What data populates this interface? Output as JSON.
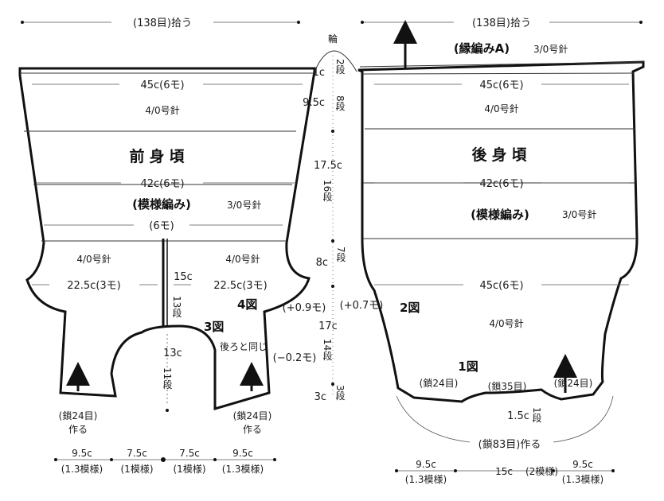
{
  "front": {
    "title": "前身頃",
    "pickup": "(138目)拾う",
    "w1": "45c(6モ)",
    "needle1": "4/0号針",
    "w2": "42c(6モ)",
    "pattern": "(模様編み)",
    "needle2": "3/0号針",
    "w3": "(6モ)",
    "needle3a": "4/0号針",
    "needle3b": "4/0号針",
    "w4a": "22.5c(3モ)",
    "w4b": "22.5c(3モ)",
    "slit_c": "15c",
    "slit_rows": "13段",
    "fig4": "4図",
    "fig3": "3図",
    "crotch_c": "13c",
    "crotch_rows": "11段",
    "same_note": "後ろと同じ",
    "chain_left": "(鎖24目)",
    "chain_left_make": "作る",
    "chain_right": "(鎖24目)",
    "chain_right_make": "作る",
    "bottom": [
      {
        "c": "9.5c",
        "m": "(1.3模様)"
      },
      {
        "c": "7.5c",
        "m": "(1模様)"
      },
      {
        "c": "7.5c",
        "m": "(1模様)"
      },
      {
        "c": "9.5c",
        "m": "(1.3模様)"
      }
    ]
  },
  "side": {
    "ring": "輪",
    "r1_c": "1c",
    "r1_rows": "2段",
    "r2_c": "9.5c",
    "r2_rows": "8段",
    "r3_c": "17.5c",
    "r3_rows": "16段",
    "r4_c": "8c",
    "r4_rows": "7段",
    "inc_left": "(+0.9モ)",
    "inc_right": "(+0.7モ)",
    "r5_c": "17c",
    "dec": "(−0.2モ)",
    "r5_rows": "14段",
    "r6_c": "3c",
    "r6_rows": "3段"
  },
  "back": {
    "title": "後身頃",
    "pickup": "(138目)拾う",
    "edge": "(縁編みA)",
    "edge_needle": "3/0号針",
    "w1": "45c(6モ)",
    "needle1": "4/0号針",
    "w2": "42c(6モ)",
    "pattern": "(模様編み)",
    "needle2": "3/0号針",
    "w3": "45c(6モ)",
    "fig2": "2図",
    "needle3": "4/0号針",
    "fig1": "1図",
    "chain_left": "(鎖24目)",
    "chain_mid": "(鎖35目)",
    "chain_right": "(鎖24目)",
    "notch_c": "1.5c",
    "notch_rows": "1段",
    "chain_total": "(鎖83目)作る",
    "bottom": [
      {
        "c": "9.5c",
        "m": "(1.3模様)"
      },
      {
        "c": "15c",
        "m": "(2模様)"
      },
      {
        "c": "9.5c",
        "m": "(1.3模様)"
      }
    ]
  }
}
